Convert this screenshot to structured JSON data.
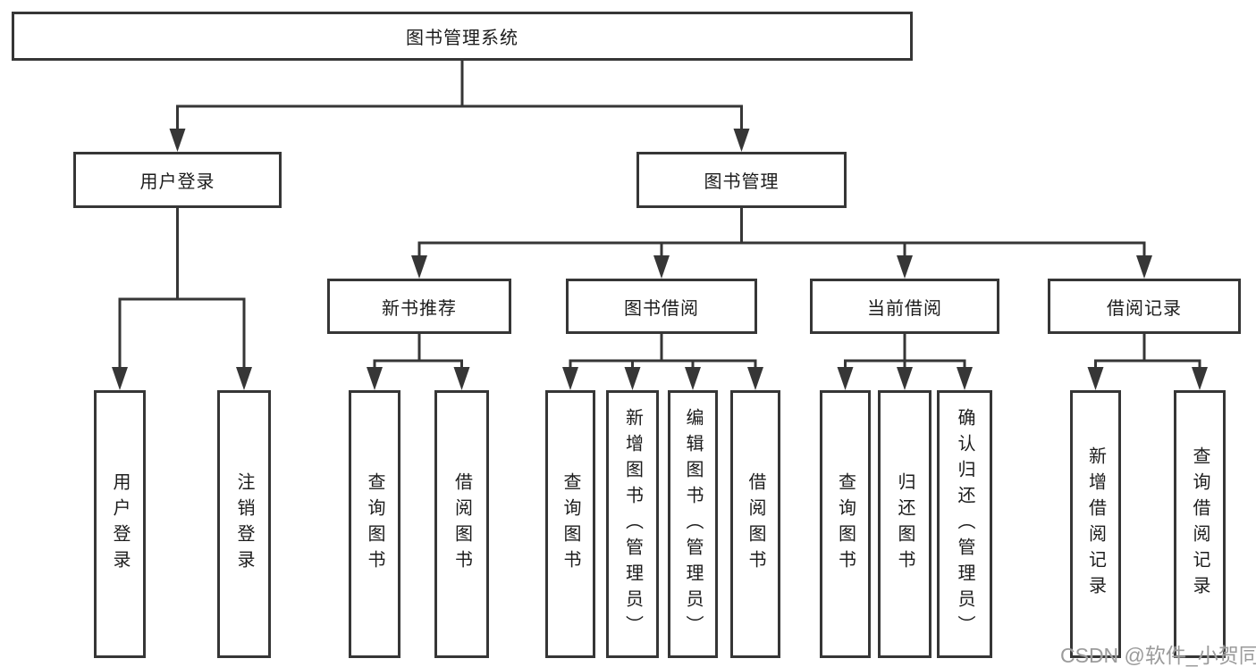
{
  "nodes": {
    "root": "图书管理系统",
    "user_login": "用户登录",
    "book_mgmt": "图书管理",
    "new_book_rec": "新书推荐",
    "book_borrow": "图书借阅",
    "current_borrow": "当前借阅",
    "borrow_record": "借阅记录",
    "leaf_user_login": "用户登录",
    "leaf_logout": "注销登录",
    "leaf_nbr_query": "查询图书",
    "leaf_nbr_borrow": "借阅图书",
    "leaf_bb_query": "查询图书",
    "leaf_bb_add": "新增图书（管理员）",
    "leaf_bb_edit": "编辑图书（管理员）",
    "leaf_bb_borrow": "借阅图书",
    "leaf_cb_query": "查询图书",
    "leaf_cb_return": "归还图书",
    "leaf_cb_confirm": "确认归还（管理员）",
    "leaf_br_add": "新增借阅记录",
    "leaf_br_query": "查询借阅记录"
  },
  "watermark": "CSDN @软件_小贺同学",
  "colors": {
    "line": "#363636",
    "text": "#1c1c1c",
    "watermark": "#9b9b9b",
    "background": "#ffffff"
  }
}
